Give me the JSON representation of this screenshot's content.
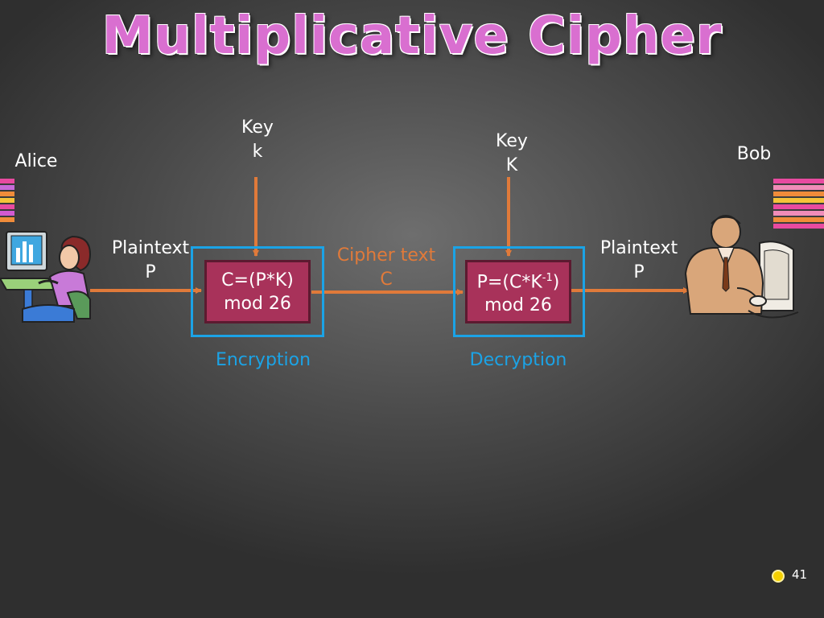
{
  "title": "Multiplicative Cipher",
  "alice": {
    "name": "Alice"
  },
  "bob": {
    "name": "Bob"
  },
  "key_left": {
    "line1": "Key",
    "line2": "k"
  },
  "key_right": {
    "line1": "Key",
    "line2": "K"
  },
  "plaintext_left": {
    "line1": "Plaintext",
    "line2": "P"
  },
  "plaintext_right": {
    "line1": "Plaintext",
    "line2": "P"
  },
  "ciphertext": {
    "line1": "Cipher text",
    "line2": "C"
  },
  "encryption": {
    "formula_line1": "C=(P*K)",
    "formula_line2": "mod 26",
    "label": "Encryption"
  },
  "decryption": {
    "formula_prefix": "P=(C*K",
    "formula_sup": "-1",
    "formula_suffix": ")",
    "formula_line2": "mod 26",
    "label": "Decryption"
  },
  "page_number": "41",
  "colors": {
    "title": "#d96fd0",
    "arrow": "#e07a3a",
    "box_outline": "#1ba3e6",
    "box_fill": "#a8325a"
  }
}
